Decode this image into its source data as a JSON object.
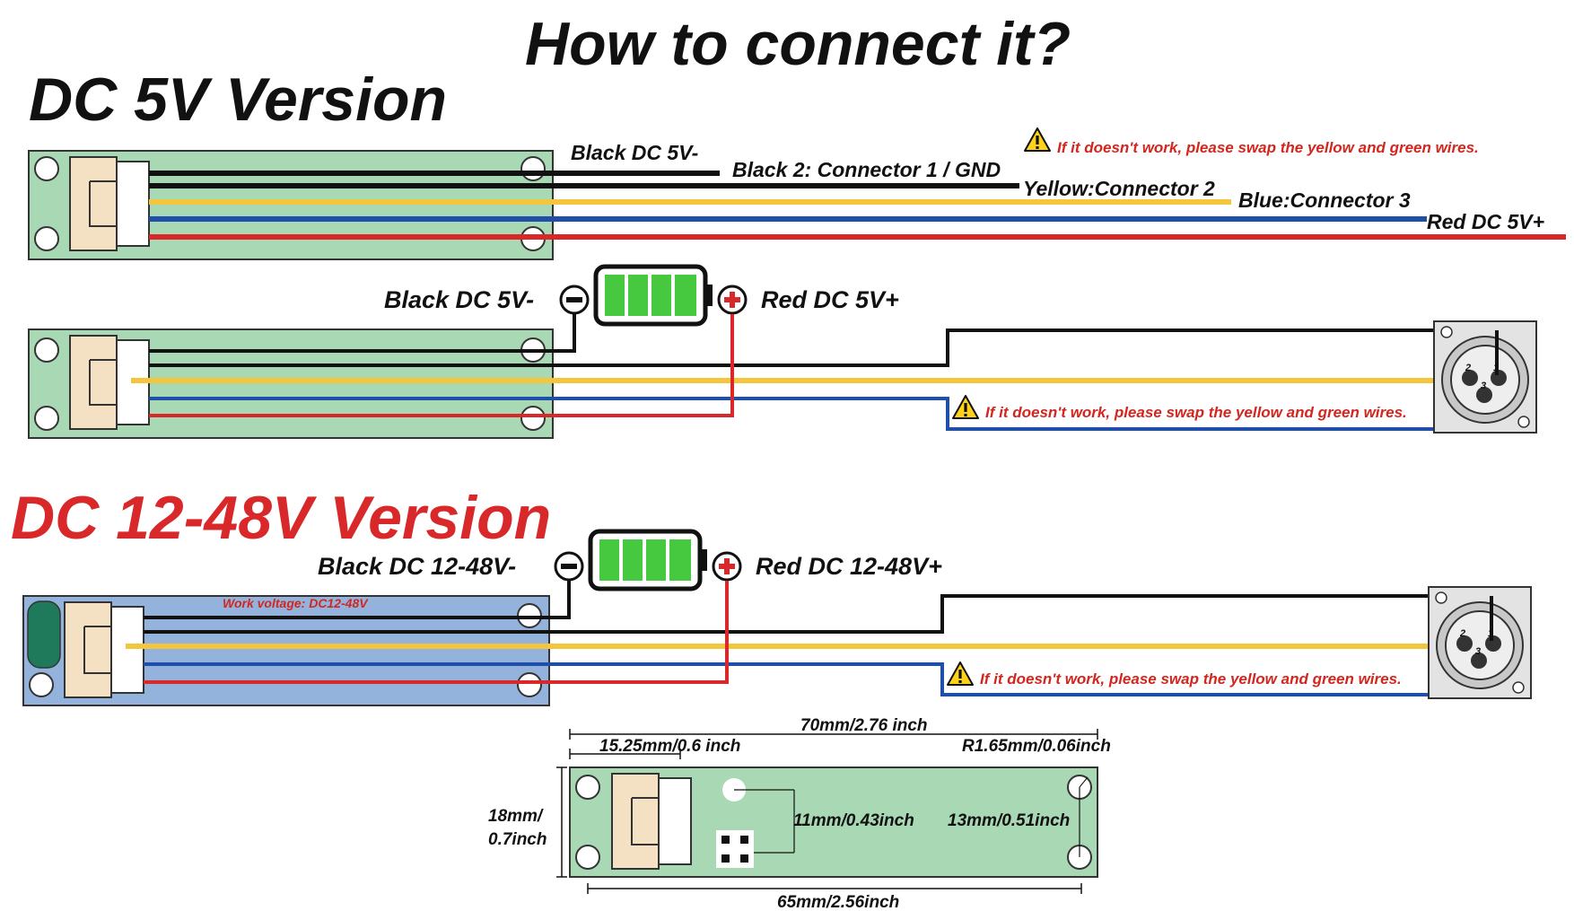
{
  "title": "How to connect it?",
  "colors": {
    "black": "#111111",
    "yellow": "#f4c63d",
    "blue": "#1f4fa8",
    "red": "#d8282a",
    "board_green": "#a8d8b4",
    "board_blue": "#93b3dc",
    "connector_beige": "#f4e1c3",
    "battery_green": "#46c93e",
    "warning_yellow": "#ffd21a",
    "title_red": "#d8282a"
  },
  "icons": [
    "warning-icon",
    "battery-icon",
    "minus-terminal-icon",
    "plus-terminal-icon",
    "xlr-connector-icon"
  ],
  "version_5v": {
    "heading": "DC 5V Version",
    "wire_labels": {
      "black1": "Black  DC 5V-",
      "black2": "Black 2: Connector 1 / GND",
      "yellow": "Yellow:Connector 2",
      "blue": "Blue:Connector 3",
      "red": "Red  DC 5V+"
    },
    "warning": "If it doesn't work, please swap the yellow and green wires.",
    "battery_neg_label": "Black  DC 5V-",
    "battery_pos_label": "Red DC 5V+",
    "xlr_pins": [
      "2",
      "1",
      "3"
    ],
    "xlr_warning": "If it doesn't work, please swap the yellow and green wires."
  },
  "version_12_48v": {
    "heading": "DC 12-48V Version",
    "board_text": "Work voltage: DC12-48V",
    "battery_neg_label": "Black  DC 12-48V-",
    "battery_pos_label": "Red  DC 12-48V+",
    "xlr_pins": [
      "2",
      "1",
      "3"
    ],
    "xlr_warning": "If it doesn't work, please swap the yellow and green wires."
  },
  "dimensions": {
    "total_length": "70mm/2.76 inch",
    "connector_offset": "15.25mm/0.6 inch",
    "corner_radius": "R1.65mm/0.06inch",
    "height_line1": "18mm/",
    "height_line2": "0.7inch",
    "hole_spacing_left": "11mm/0.43inch",
    "hole_spacing_right": "13mm/0.51inch",
    "hole_pitch_length": "65mm/2.56inch"
  }
}
